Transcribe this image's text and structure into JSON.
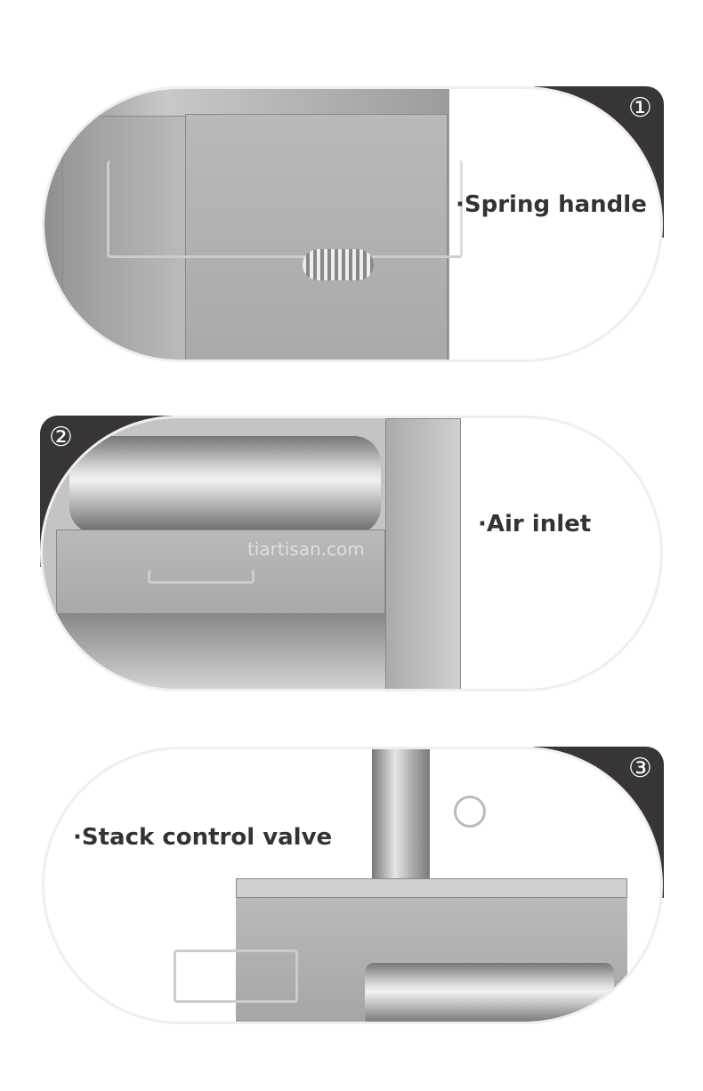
{
  "panels": [
    {
      "number": "①",
      "label": "·Spring handle"
    },
    {
      "number": "②",
      "label": "·Air inlet",
      "watermark": "tiartisan.com"
    },
    {
      "number": "③",
      "label": "·Stack control valve"
    }
  ],
  "colors": {
    "corner": "#383535",
    "border": "#f3eded",
    "text": "#333333"
  }
}
